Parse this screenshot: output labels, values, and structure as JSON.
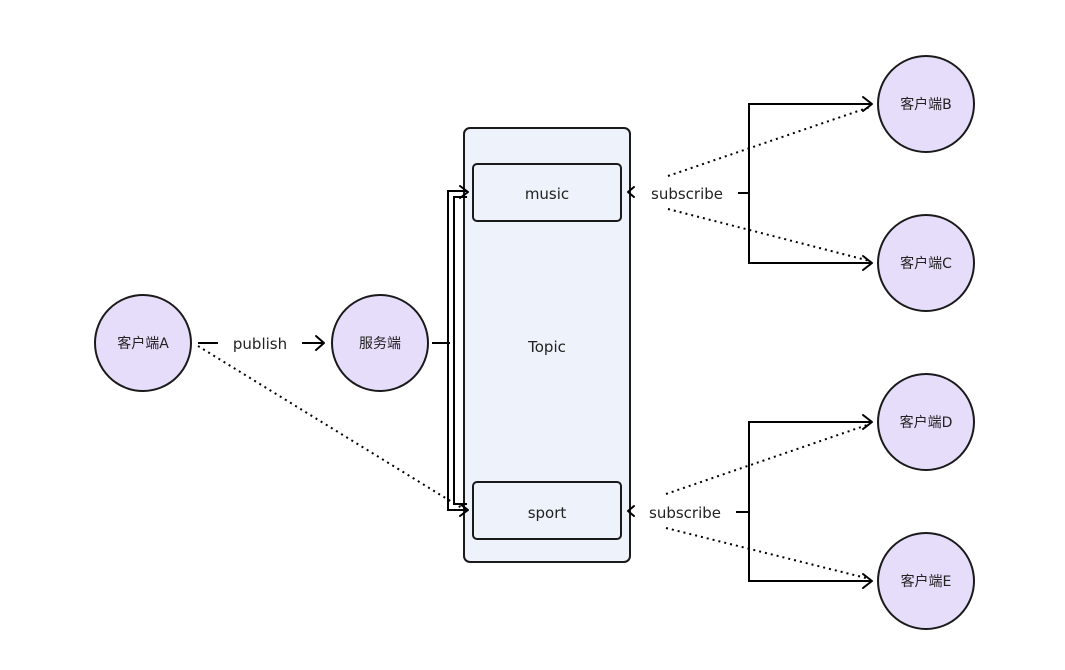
{
  "nodes": {
    "client_a": "客户端A",
    "server": "服务端",
    "topic": "Topic",
    "music": "music",
    "sport": "sport",
    "client_b": "客户端B",
    "client_c": "客户端C",
    "client_d": "客户端D",
    "client_e": "客户端E"
  },
  "edges": {
    "publish": "publish",
    "subscribe_music": "subscribe",
    "subscribe_sport": "subscribe"
  },
  "colors": {
    "client_fill": "#e6ddfa",
    "box_fill": "#eef2fb",
    "stroke": "#1a1a1a"
  }
}
